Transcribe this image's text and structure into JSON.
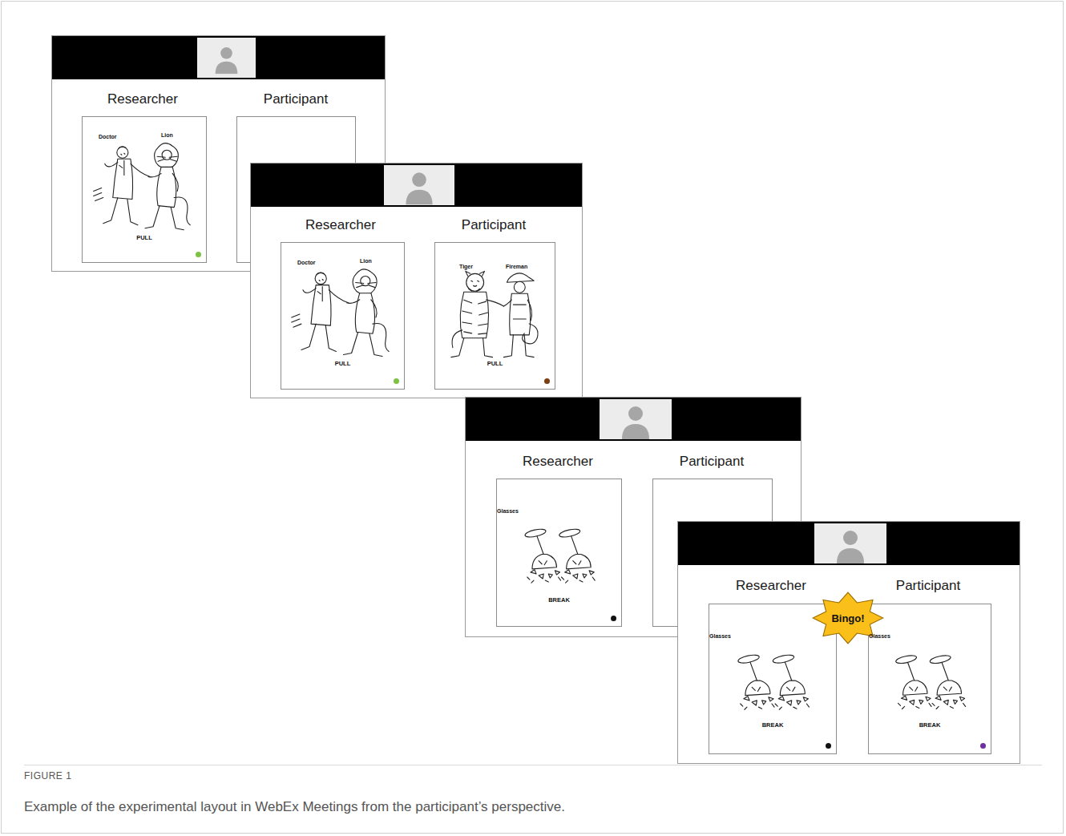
{
  "diagram": {
    "caption": "Example of the experimental layout in WebEx Meetings from the participant’s perspective.",
    "nodes": [
      {
        "text": [
          "Researcher",
          "Participant"
        ]
      },
      {
        "text": [
          "Doctor",
          "Lion",
          "PULL"
        ],
        "in": 0
      },
      {
        "text": [
          "Researcher",
          "Participant"
        ]
      },
      {
        "text": [
          "Doctor",
          "Lion",
          "PULL"
        ],
        "in": 2
      },
      {
        "text": [
          "Tiger",
          "Fireman",
          "PULL"
        ],
        "in": 2
      },
      {
        "text": [
          "Researcher",
          "Participant"
        ]
      },
      {
        "text": [
          "Glasses",
          "BREAK"
        ],
        "in": 5
      },
      {
        "text": [
          "Researcher",
          "Participant"
        ]
      },
      {
        "text": [
          "Glasses",
          "BREAK"
        ],
        "in": 7
      },
      {
        "text": [
          "Glasses",
          "BREAK"
        ],
        "in": 7
      },
      {
        "text": [
          "Bingo!"
        ],
        "in": 7
      }
    ],
    "labels": [
      "FIGURE 1"
    ]
  }
}
